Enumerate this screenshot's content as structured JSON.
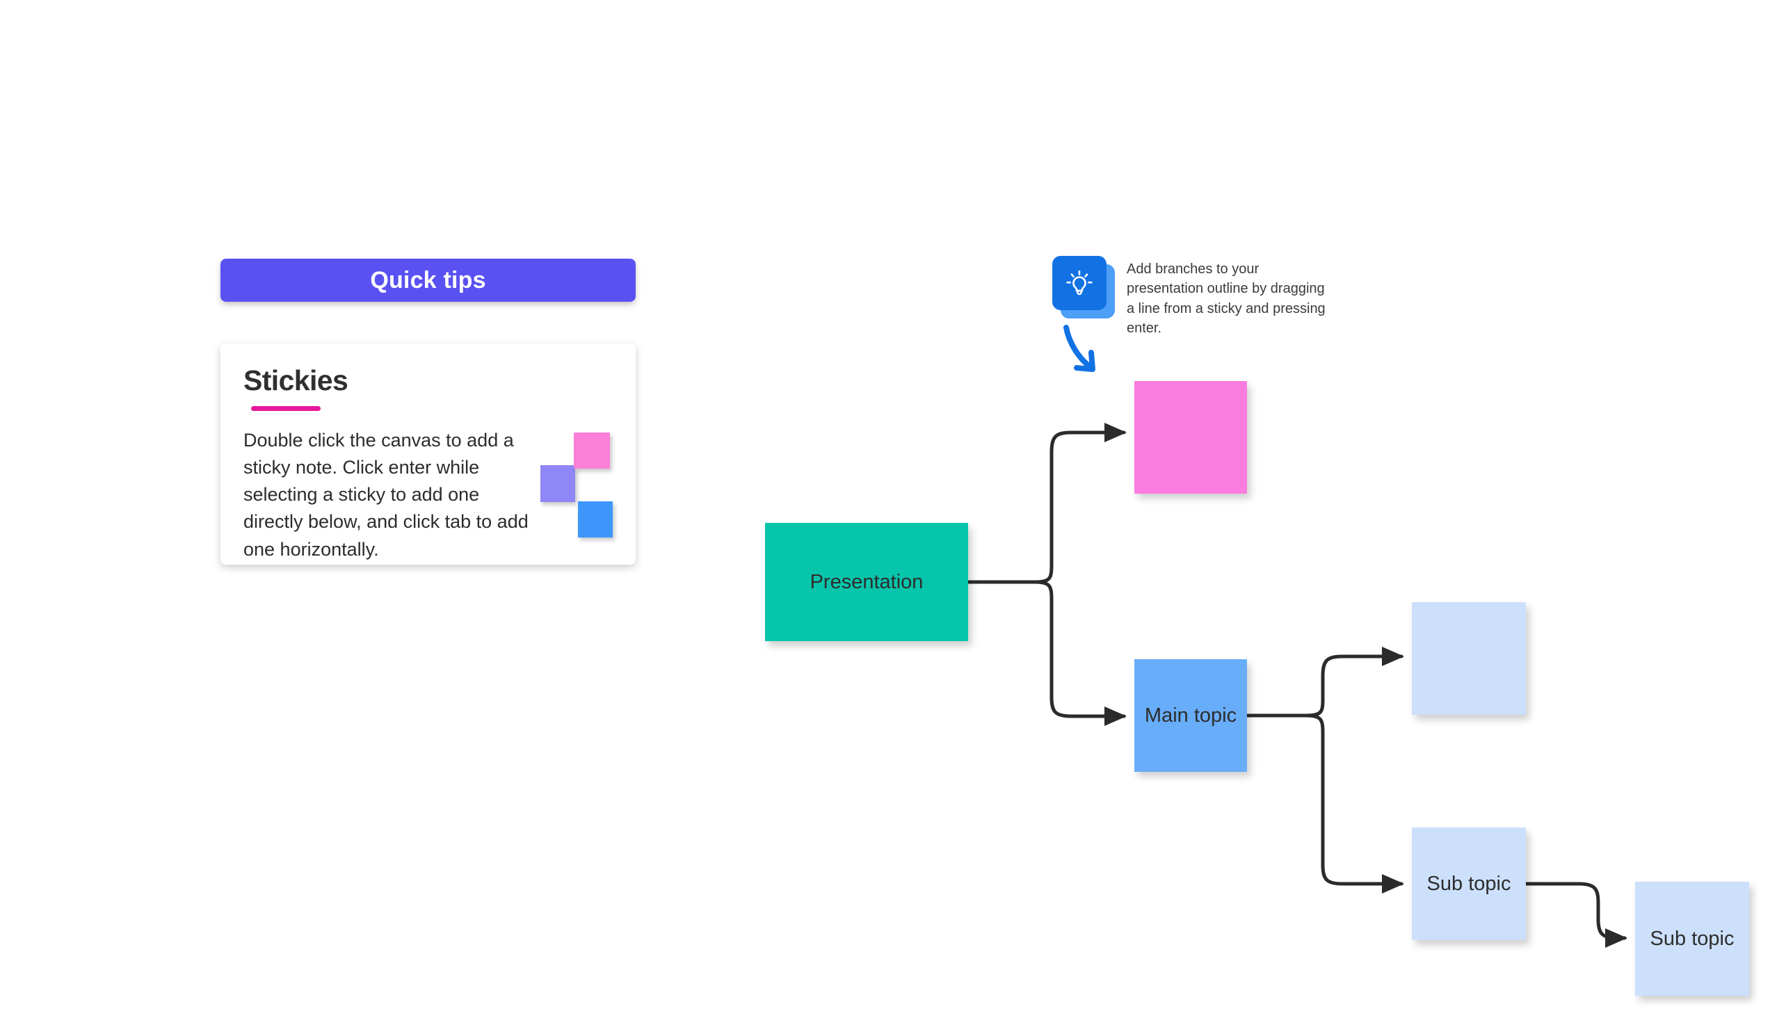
{
  "panel": {
    "header_title": "Quick tips",
    "header_color": "#5a51f2",
    "card": {
      "heading": "Stickies",
      "underline_color": "#e6189b",
      "body": "Double click the canvas to add a sticky note. Click enter while selecting a sticky to add one directly below, and click tab to add one horizontally.",
      "decor_stickies": [
        {
          "name": "purple",
          "color": "#8f86f7"
        },
        {
          "name": "pink",
          "color": "#fc7fd8"
        },
        {
          "name": "blue",
          "color": "#3d97fa"
        }
      ]
    }
  },
  "tip": {
    "icon": "lightbulb-icon",
    "icon_color": "#1272e4",
    "text": "Add branches to your presentation outline by dragging a line from a sticky and pressing enter.",
    "arrow": "curved-down-arrow-icon",
    "arrow_color": "#1272e4"
  },
  "mindmap": {
    "nodes": [
      {
        "id": "presentation",
        "label": "Presentation",
        "color": "#06c5ab"
      },
      {
        "id": "pink-blank",
        "label": "",
        "color": "#fb7ddf"
      },
      {
        "id": "main-topic",
        "label": "Main topic",
        "color": "#68adfa"
      },
      {
        "id": "light-blank",
        "label": "",
        "color": "#cce0fc"
      },
      {
        "id": "sub-topic-1",
        "label": "Sub topic",
        "color": "#cce0fc"
      },
      {
        "id": "sub-topic-2",
        "label": "Sub topic",
        "color": "#cce0fc"
      }
    ],
    "edges": [
      {
        "from": "presentation",
        "to": "pink-blank"
      },
      {
        "from": "presentation",
        "to": "main-topic"
      },
      {
        "from": "main-topic",
        "to": "light-blank"
      },
      {
        "from": "main-topic",
        "to": "sub-topic-1"
      },
      {
        "from": "sub-topic-1",
        "to": "sub-topic-2"
      }
    ],
    "edge_color": "#2b2b2b"
  }
}
